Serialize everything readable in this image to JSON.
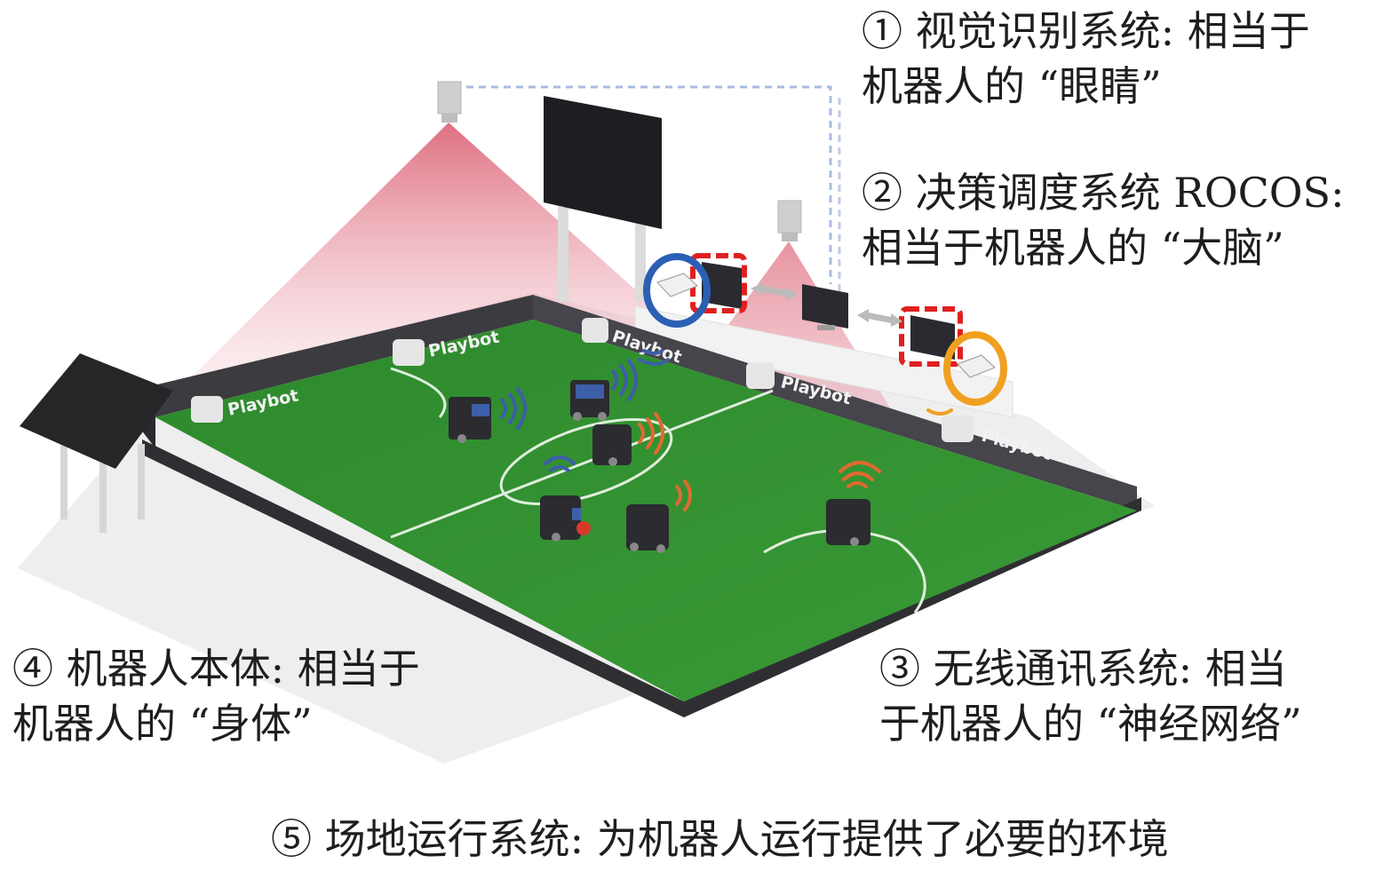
{
  "labels": {
    "vision": {
      "line1": "① 视觉识别系统: 相当于",
      "line2": "机器人的 “眼睛”"
    },
    "decision": {
      "line1": "② 决策调度系统 ROCOS:",
      "line2": "相当于机器人的 “大脑”"
    },
    "wireless": {
      "line1": "③ 无线通讯系统: 相当",
      "line2": "于机器人的 “神经网络”"
    },
    "body": {
      "line1": "④ 机器人本体: 相当于",
      "line2": "机器人的 “身体”"
    },
    "field": {
      "line1": "⑤ 场地运行系统: 为机器人运行提供了必要的环境"
    }
  },
  "brand": "Playbot",
  "colors": {
    "pitch": "#2f8f2f",
    "wall": "#3a3a3f",
    "camera_beam": "#d9566a",
    "blue_ring": "#2b5fb4",
    "orange_ring": "#f0a020",
    "red_box": "#e02020",
    "ball": "#d83a2a"
  }
}
